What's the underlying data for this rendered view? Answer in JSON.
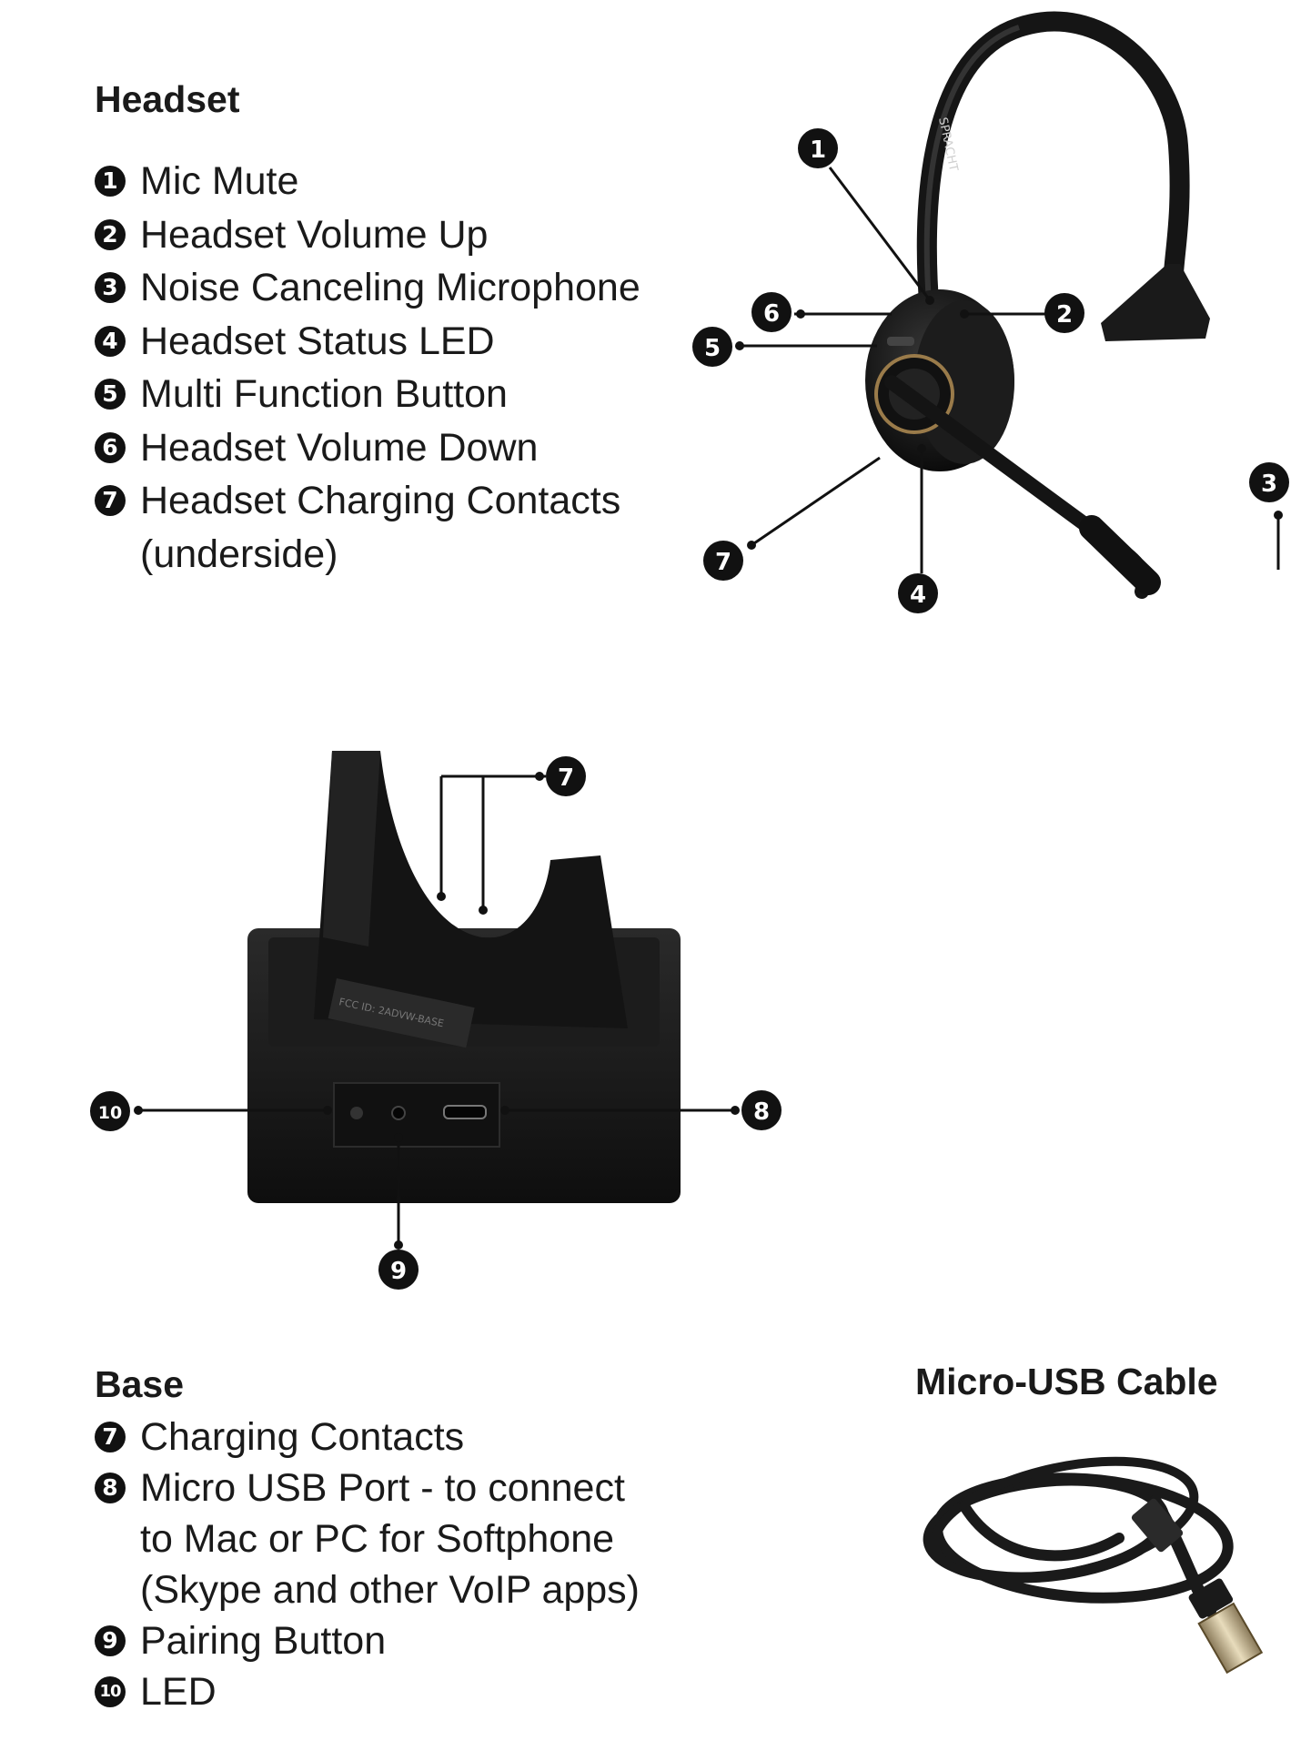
{
  "headset": {
    "title": "Headset",
    "items": [
      {
        "num": "1",
        "text": "Mic Mute"
      },
      {
        "num": "2",
        "text": "Headset Volume Up"
      },
      {
        "num": "3",
        "text": "Noise Canceling Microphone"
      },
      {
        "num": "4",
        "text": "Headset Status LED"
      },
      {
        "num": "5",
        "text": "Multi Function Button"
      },
      {
        "num": "6",
        "text": "Headset Volume Down"
      },
      {
        "num": "7",
        "text": "Headset Charging Contacts"
      },
      {
        "num": "",
        "text": "(underside)"
      }
    ],
    "brand": "SPRACHT"
  },
  "base": {
    "title": "Base",
    "items": [
      {
        "num": "7",
        "text": "Charging Contacts"
      },
      {
        "num": "8",
        "text": "Micro USB Port - to connect"
      },
      {
        "num": "",
        "text": "to Mac or PC for Softphone"
      },
      {
        "num": "",
        "text": "(Skype and other VoIP apps)"
      },
      {
        "num": "9",
        "text": "Pairing Button"
      },
      {
        "num": "10",
        "text": "LED"
      }
    ],
    "label_text": "FCC ID: 2ADVW-BASE"
  },
  "cable": {
    "title": "Micro-USB Cable"
  },
  "callouts": {
    "c1": "1",
    "c2": "2",
    "c3": "3",
    "c4": "4",
    "c5": "5",
    "c6": "6",
    "c7": "7",
    "b7": "7",
    "b8": "8",
    "b9": "9",
    "b10": "10"
  }
}
